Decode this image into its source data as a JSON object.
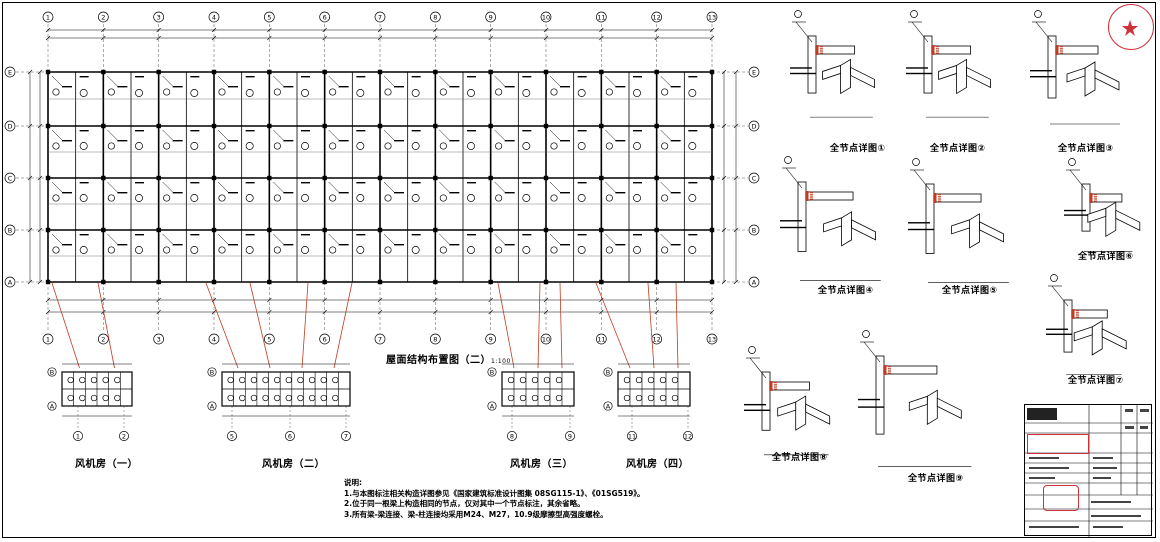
{
  "plan": {
    "title": "屋面结构布置图（二）",
    "scale": "1:100",
    "col_labels": [
      "1",
      "2",
      "3",
      "4",
      "5",
      "6",
      "7",
      "8",
      "9",
      "10",
      "11",
      "12",
      "13"
    ],
    "row_labels": [
      "E",
      "D",
      "C",
      "B",
      "A"
    ]
  },
  "fan_rooms": [
    {
      "label": "风机房（一）",
      "axes": [
        "1",
        "2"
      ]
    },
    {
      "label": "风机房（二）",
      "axes": [
        "5",
        "6",
        "7"
      ]
    },
    {
      "label": "风机房（三）",
      "axes": [
        "8",
        "9"
      ]
    },
    {
      "label": "风机房（四）",
      "axes": [
        "11",
        "12"
      ]
    }
  ],
  "details": [
    {
      "label": "全节点详图①"
    },
    {
      "label": "全节点详图②"
    },
    {
      "label": "全节点详图③"
    },
    {
      "label": "全节点详图④"
    },
    {
      "label": "全节点详图⑤"
    },
    {
      "label": "全节点详图⑥"
    },
    {
      "label": "全节点详图⑦"
    },
    {
      "label": "全节点详图⑧"
    },
    {
      "label": "全节点详图⑨"
    }
  ],
  "notes": {
    "heading": "说明:",
    "lines": [
      "1.与本图标注相关构造详图参见《国家建筑标准设计图集 08SG115-1》、《01SG519》。",
      "2.位于同一根梁上构造相同的节点，仅对其中一个节点标注，其余省略。",
      "3.所有梁-梁连接、梁-柱连接均采用M24、M27，10.9级摩擦型高强度螺栓。"
    ]
  },
  "colors": {
    "line": "#000000",
    "accent": "#c23b22",
    "stamp": "#d0303a",
    "hatch": "#b0b0b0"
  }
}
